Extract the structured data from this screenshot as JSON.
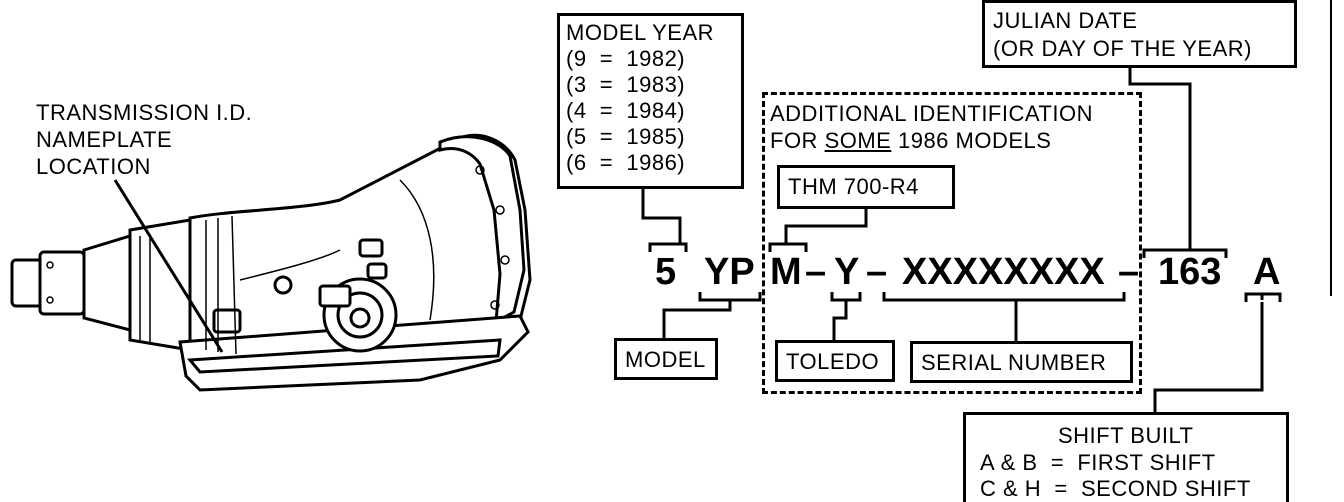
{
  "callout": {
    "line1": "TRANSMISSION I.D.",
    "line2": "NAMEPLATE",
    "line3": "LOCATION"
  },
  "model_year": {
    "title": "MODEL YEAR",
    "rows": [
      "(9  =  1982)",
      "(3  =  1983)",
      "(4  =  1984)",
      "(5  =  1985)",
      "(6  =  1986)"
    ]
  },
  "julian": {
    "line1": "JULIAN DATE",
    "line2": "(OR DAY OF THE YEAR)"
  },
  "additional": {
    "line1": "ADDITIONAL IDENTIFICATION",
    "line2_pre": "FOR ",
    "line2_em": "SOME",
    "line2_post": " 1986 MODELS"
  },
  "thm": "THM 700-R4",
  "code": {
    "year": "5",
    "model": "YP",
    "m": "M",
    "dash1": "–",
    "y": "Y",
    "dash2": "–",
    "serial": "XXXXXXXX",
    "dash3": "–",
    "julian": "163",
    "shift": "A"
  },
  "labels": {
    "model": "MODEL",
    "toledo": "TOLEDO",
    "serial": "SERIAL NUMBER"
  },
  "shift": {
    "title": "SHIFT BUILT",
    "row1": "A & B  =  FIRST SHIFT",
    "row2": "C & H  =  SECOND SHIFT"
  }
}
